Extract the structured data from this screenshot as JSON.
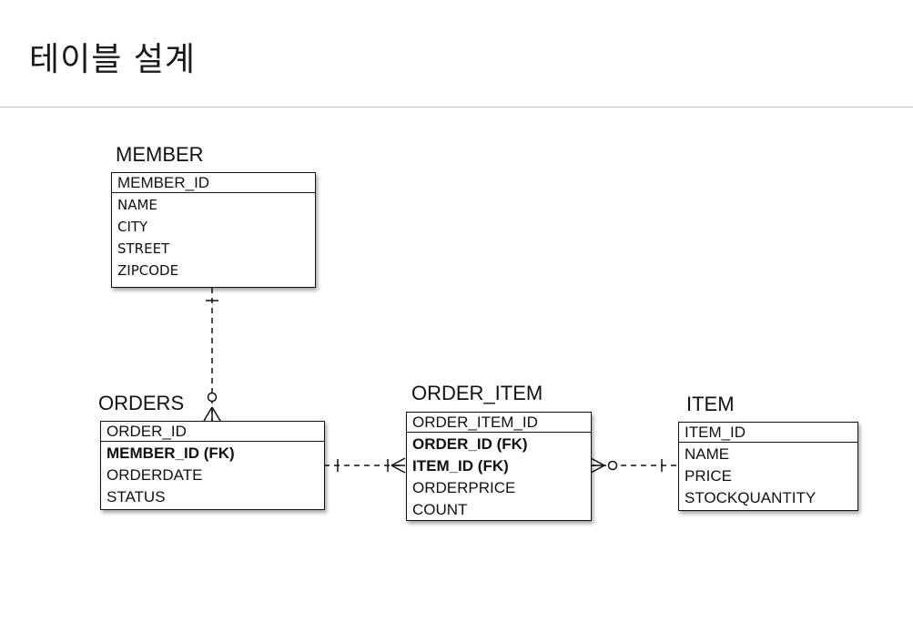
{
  "page": {
    "title": "테이블 설계"
  },
  "entities": {
    "member": {
      "title": "MEMBER",
      "pk": "MEMBER_ID",
      "attrs": [
        "NAME",
        "CITY",
        "STREET",
        "ZIPCODE"
      ]
    },
    "orders": {
      "title": "ORDERS",
      "pk": "ORDER_ID",
      "attrs": [
        "MEMBER_ID (FK)",
        "ORDERDATE",
        "STATUS"
      ]
    },
    "order_item": {
      "title": "ORDER_ITEM",
      "pk": "ORDER_ITEM_ID",
      "attrs": [
        "ORDER_ID (FK)",
        "ITEM_ID (FK)",
        "ORDERPRICE",
        "COUNT"
      ]
    },
    "item": {
      "title": "ITEM",
      "pk": "ITEM_ID",
      "attrs": [
        "NAME",
        "PRICE",
        "STOCKQUANTITY"
      ]
    }
  },
  "relationships": [
    {
      "from": "MEMBER",
      "to": "ORDERS",
      "from_card": "one",
      "to_card": "zero-or-many"
    },
    {
      "from": "ORDERS",
      "to": "ORDER_ITEM",
      "from_card": "one",
      "to_card": "one-or-many"
    },
    {
      "from": "ORDER_ITEM",
      "to": "ITEM",
      "from_card": "zero-or-many",
      "to_card": "one"
    }
  ]
}
